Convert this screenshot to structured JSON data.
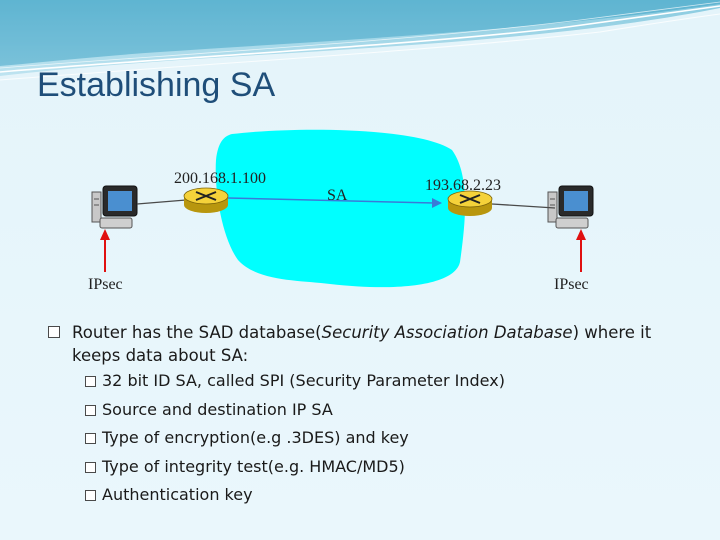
{
  "slide": {
    "title": "Establishing SA"
  },
  "diagram": {
    "router_left_ip": "200.168.1.100",
    "router_right_ip": "193.68.2.23",
    "tunnel_label": "SA",
    "left_host_label": "IPsec",
    "right_host_label": "IPsec",
    "network_cloud_color": "#00ffff",
    "router_color": "#f5d23a",
    "arrow_color": "#e01010"
  },
  "body": {
    "main_bullet": {
      "part1": "Router has the SAD database(",
      "italic": "Security Association Database",
      "part2": ") where it keeps data about SA:"
    },
    "sub_bullets": [
      "32 bit ID SA, called SPI (Security Parameter Index)",
      "Source and destination IP SA",
      "Type of encryption(e.g .3DES) and key",
      "Type of integrity test(e.g. HMAC/MD5)",
      "Authentication key"
    ]
  }
}
